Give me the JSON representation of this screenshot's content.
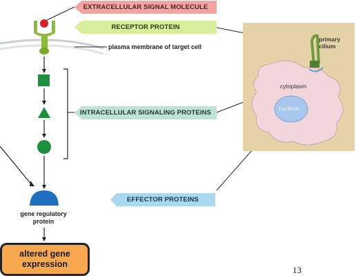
{
  "labels": {
    "extracellular": "EXTRACELLULAR SIGNAL MOLECULE",
    "receptor": "RECEPTOR PROTEIN",
    "membrane": "plasma membrane of target cell",
    "intracellular": "INTRACELLULAR SIGNALING PROTEINS",
    "effector": "EFFECTOR PROTEINS",
    "gene_regulatory": "gene regulatory protein",
    "outcome": "altered gene expression"
  },
  "cell_photo": {
    "cilium": "primary cilium",
    "cytoplasm": "cytoplasm",
    "nucleus": "nucleus"
  },
  "page_number": "13",
  "colors": {
    "extracellular_banner": "#f4a3a3",
    "receptor_banner": "#d7ee9a",
    "intracellular_banner": "#bfe2d6",
    "effector_banner": "#a9d8ef",
    "signal_molecule": "#d9202a",
    "receptor": "#8dbb3c",
    "signaling_proteins": "#1e8f3e",
    "effector": "#1f6fbf",
    "outcome_box": "#f8a84f",
    "cell_body": "#f3d6dc",
    "nucleus": "#a9c8ee"
  }
}
